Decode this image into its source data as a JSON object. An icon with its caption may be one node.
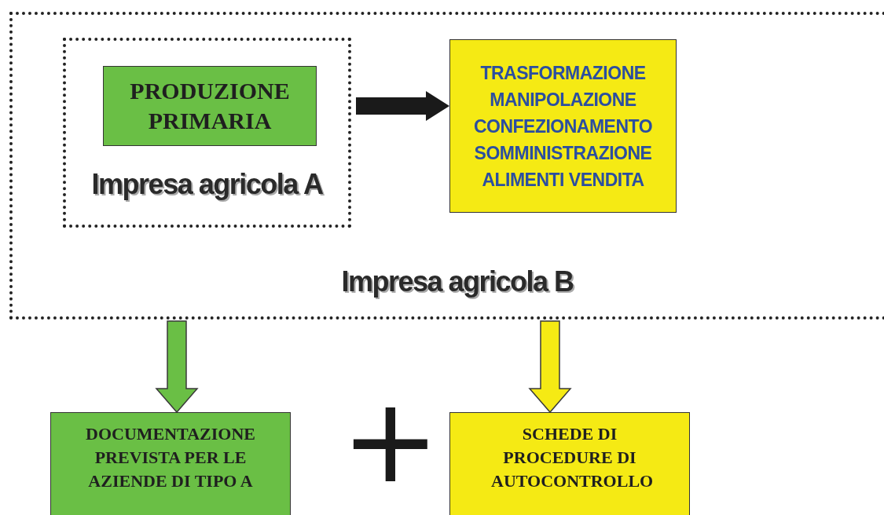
{
  "diagram": {
    "nodes": [
      {
        "text": [
          "Impresa agricola B"
        ]
      },
      {
        "text": [
          "Impresa agricola A"
        ],
        "in": 0
      },
      {
        "text": [
          "PRODUZIONE PRIMARIA"
        ],
        "in": 1
      },
      {
        "text": [
          "TRASFORMAZIONE MANIPOLAZIONE CONFEZIONAMENTO SOMMINISTRAZIONE ALIMENTI VENDITA"
        ],
        "in": 0
      },
      {
        "text": [
          "DOCUMENTAZIONE PREVISTA PER LE AZIENDE DI TIPO A"
        ]
      },
      {
        "text": [
          "SCHEDE DI PROCEDURE DI AUTOCONTROLLO"
        ]
      }
    ],
    "edges": [
      {
        "from": 2,
        "to": 3,
        "arrow": "to",
        "style": "thick"
      },
      {
        "from": 0,
        "to": 4,
        "arrow": "to",
        "style": "thick",
        "color": "#6abf45"
      },
      {
        "from": 0,
        "to": 5,
        "arrow": "to",
        "style": "thick",
        "color": "#f5ea14"
      }
    ],
    "labels": [
      "+"
    ]
  }
}
